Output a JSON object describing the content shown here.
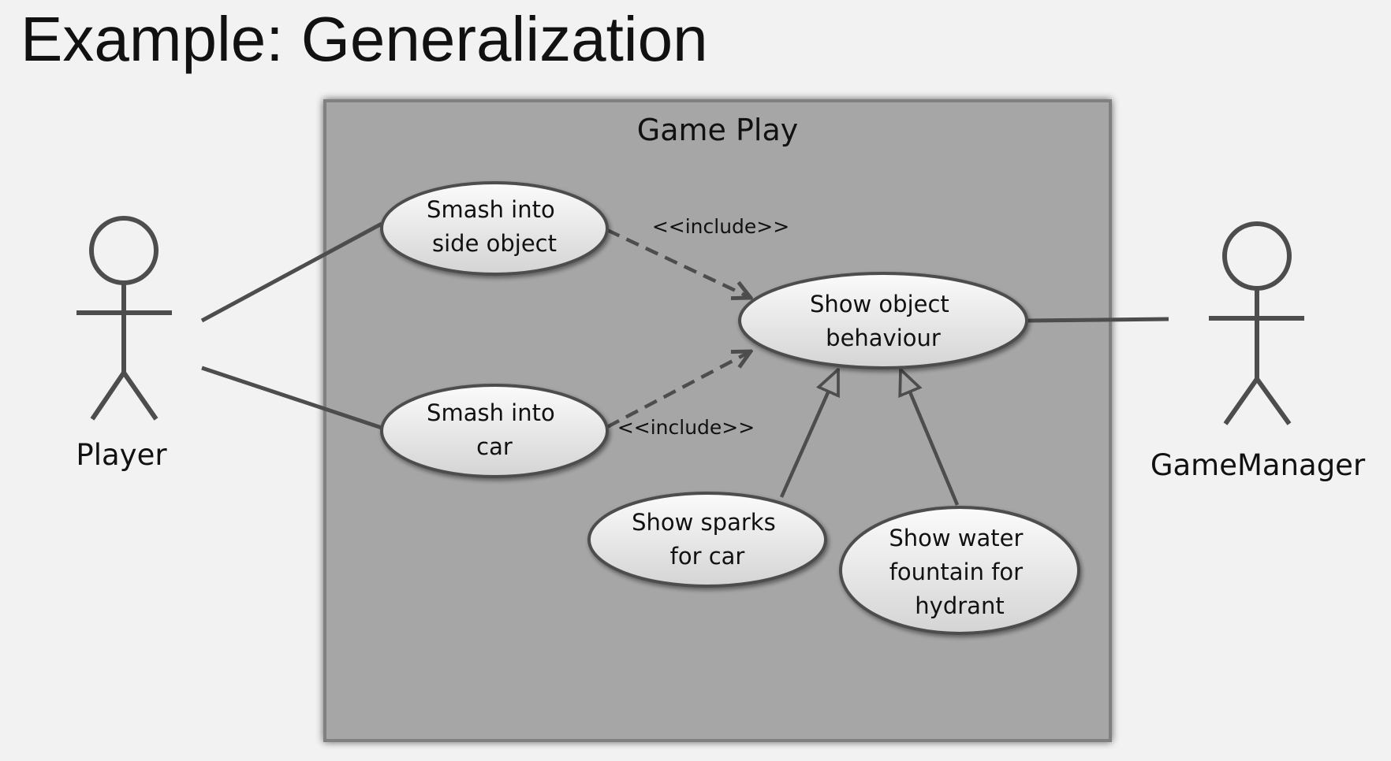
{
  "slide": {
    "title": "Example: Generalization"
  },
  "diagram": {
    "boundary_label": "Game Play",
    "actors": {
      "player": "Player",
      "game_manager": "GameManager"
    },
    "use_cases": {
      "smash_side": [
        "Smash into",
        "side object"
      ],
      "smash_car": [
        "Smash into",
        "car"
      ],
      "show_behaviour": [
        "Show object",
        "behaviour"
      ],
      "show_sparks": [
        "Show sparks",
        "for car"
      ],
      "show_water": [
        "Show water",
        "fountain for",
        "hydrant"
      ]
    },
    "relations": {
      "include_top": "<<include>>",
      "include_bottom": "<<include>>"
    }
  },
  "colors": {
    "background": "#f2f2f2",
    "boundary_fill": "#a6a6a6",
    "boundary_border": "#7a7a7a",
    "line": "#4d4d4d",
    "ellipse_fill_top": "#fafafa",
    "ellipse_fill_bottom": "#d6d6d6"
  }
}
